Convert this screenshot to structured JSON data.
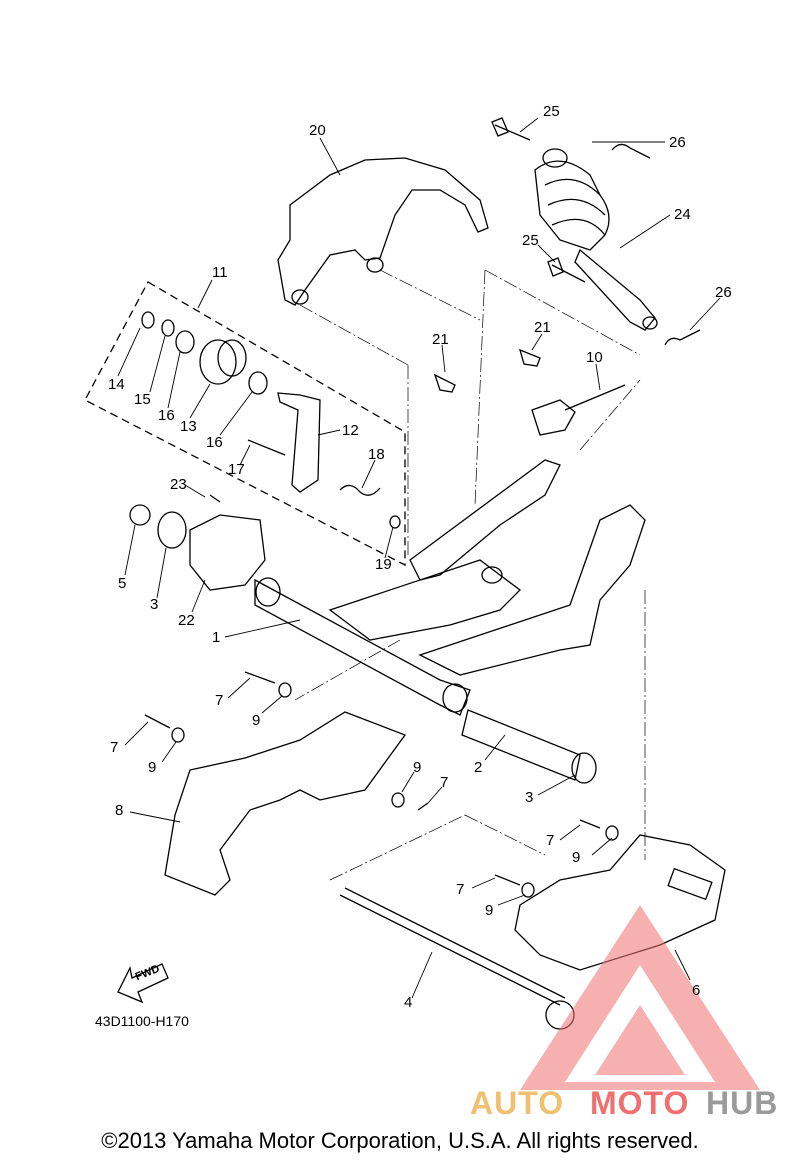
{
  "callouts": [
    {
      "id": "1",
      "text": "1"
    },
    {
      "id": "2",
      "text": "2"
    },
    {
      "id": "3a",
      "text": "3"
    },
    {
      "id": "3b",
      "text": "3"
    },
    {
      "id": "4",
      "text": "4"
    },
    {
      "id": "5",
      "text": "5"
    },
    {
      "id": "6",
      "text": "6"
    },
    {
      "id": "7a",
      "text": "7"
    },
    {
      "id": "7b",
      "text": "7"
    },
    {
      "id": "7c",
      "text": "7"
    },
    {
      "id": "7d",
      "text": "7"
    },
    {
      "id": "7e",
      "text": "7"
    },
    {
      "id": "8",
      "text": "8"
    },
    {
      "id": "9a",
      "text": "9"
    },
    {
      "id": "9b",
      "text": "9"
    },
    {
      "id": "9c",
      "text": "9"
    },
    {
      "id": "9d",
      "text": "9"
    },
    {
      "id": "9e",
      "text": "9"
    },
    {
      "id": "10",
      "text": "10"
    },
    {
      "id": "11",
      "text": "11"
    },
    {
      "id": "12",
      "text": "12"
    },
    {
      "id": "13",
      "text": "13"
    },
    {
      "id": "14",
      "text": "14"
    },
    {
      "id": "15",
      "text": "15"
    },
    {
      "id": "16a",
      "text": "16"
    },
    {
      "id": "16b",
      "text": "16"
    },
    {
      "id": "17",
      "text": "17"
    },
    {
      "id": "18",
      "text": "18"
    },
    {
      "id": "19",
      "text": "19"
    },
    {
      "id": "20",
      "text": "20"
    },
    {
      "id": "21a",
      "text": "21"
    },
    {
      "id": "21b",
      "text": "21"
    },
    {
      "id": "22",
      "text": "22"
    },
    {
      "id": "23",
      "text": "23"
    },
    {
      "id": "24",
      "text": "24"
    },
    {
      "id": "25a",
      "text": "25"
    },
    {
      "id": "25b",
      "text": "25"
    },
    {
      "id": "26a",
      "text": "26"
    },
    {
      "id": "26b",
      "text": "26"
    }
  ],
  "fwd_label": "FWD",
  "part_code": "43D1100-H170",
  "copyright": "©2013 Yamaha Motor Corporation, U.S.A. All rights reserved.",
  "watermark": {
    "part1": "AUTO",
    "part2": "MOTO",
    "part3": "HUB",
    "color_accent": "#f07070",
    "color_secondary": "#f0c070",
    "color_gray": "#9a9a9a"
  }
}
